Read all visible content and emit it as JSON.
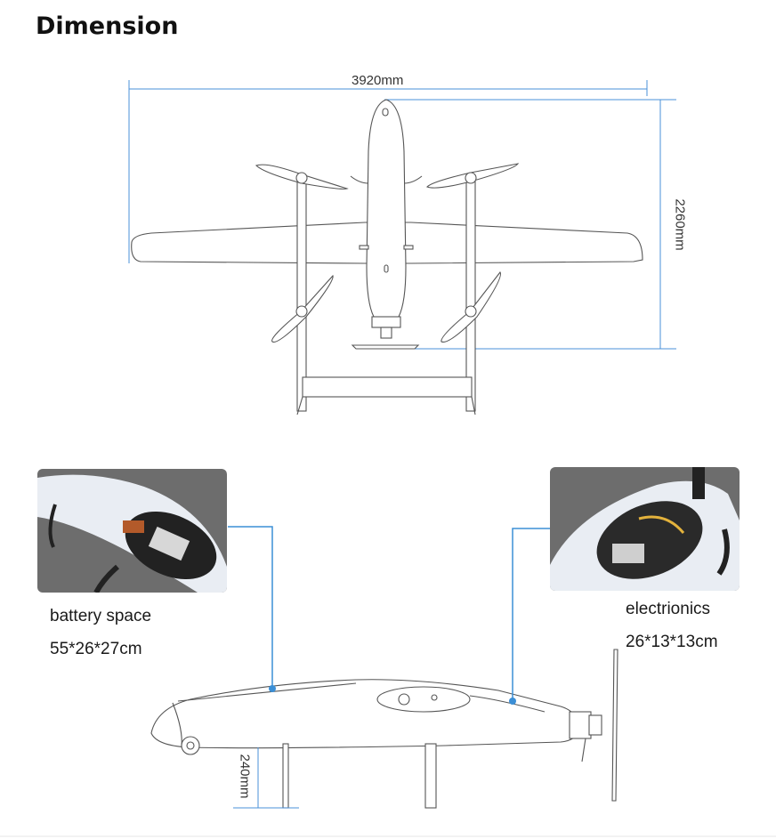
{
  "page": {
    "title": "Dimension"
  },
  "dimensions": {
    "wingspan": "3920mm",
    "length": "2260mm",
    "ground_clearance": "240mm"
  },
  "callouts": {
    "battery": {
      "label": "battery space",
      "size": "55*26*27cm"
    },
    "electronics": {
      "label": "electrionics",
      "size": "26*13*13cm"
    }
  },
  "colors": {
    "dimension_line": "#4a90d9",
    "callout_line": "#3b8fd6",
    "photo_bg": "#6d6d6d",
    "drawing_stroke": "#555555"
  }
}
